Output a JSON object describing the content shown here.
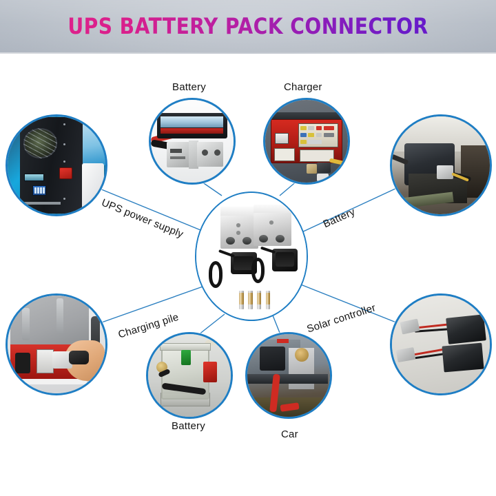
{
  "header": {
    "title": "UPS BATTERY PACK CONNECTOR",
    "gradient_start": "#e0218a",
    "gradient_end": "#6a1bc8",
    "band_color": "#bfc5cd"
  },
  "theme": {
    "circle_stroke": "#1f7ec4",
    "line_color": "#2b7fc0",
    "label_color": "#141414",
    "background": "#ffffff"
  },
  "center": {
    "name": "product-hub",
    "description": "Anderson style battery pack connector set: two gray connector housings, two black dust covers with lanyards, four terminal contacts"
  },
  "nodes": [
    {
      "id": "ups-power-supply",
      "label": "UPS power supply",
      "label_style": "rotated",
      "photo": "ups-power-supply-photo"
    },
    {
      "id": "battery-top-left",
      "label": "Battery",
      "label_style": "horizontal",
      "photo": "battery-inverter-photo"
    },
    {
      "id": "charger",
      "label": "Charger",
      "label_style": "horizontal",
      "photo": "charger-photo"
    },
    {
      "id": "battery-right",
      "label": "Battery",
      "label_style": "rotated",
      "photo": "battery-box-photo"
    },
    {
      "id": "charging-pile",
      "label": "Charging pile",
      "label_style": "rotated",
      "photo": "charging-pile-photo"
    },
    {
      "id": "battery-bottom",
      "label": "Battery",
      "label_style": "horizontal",
      "photo": "battery-compartment-photo"
    },
    {
      "id": "car",
      "label": "Car",
      "label_style": "horizontal",
      "photo": "car-hitch-photo"
    },
    {
      "id": "solar-controller",
      "label": "Solar controller",
      "label_style": "rotated",
      "photo": "solar-controller-photo"
    }
  ]
}
